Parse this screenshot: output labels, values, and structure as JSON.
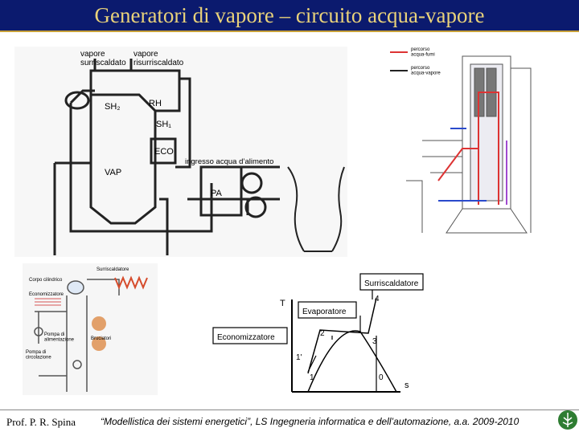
{
  "title": "Generatori di vapore – circuito acqua-vapore",
  "footer": {
    "author": "Prof. P. R. Spina",
    "course": "“Modellistica dei sistemi energetici”, LS Ingegneria informatica e dell’automazione, a.a. 2009-2010"
  },
  "schematic": {
    "vapore_surriscaldato": "vapore\nsurriscaldato",
    "vapore_risurriscaldato": "vapore\nrisurriscaldato",
    "sh2": "SH₂",
    "rh": "RH",
    "sh1": "SH₁",
    "eco": "ECO",
    "vap": "VAP",
    "pa": "PA",
    "ingresso": "ingresso acqua d’alimento"
  },
  "boiler": {
    "legend1": "percorso\nacqua-fumi",
    "legend2": "percorso\nacqua-vapore"
  },
  "circulation": {
    "surriscaldatore": "Surriscaldatore",
    "corpo": "Corpo cilindrico",
    "economizzatore": "Economizzatore",
    "pompa_alim": "Pompa di\nalimentazione",
    "bruciatori": "Bruciatori",
    "pompa_circ": "Pompa di\ncircolazione"
  },
  "ts": {
    "surriscaldatore": "Surriscaldatore",
    "evaporatore": "Evaporatore",
    "economizzatore": "Economizzatore",
    "T": "T",
    "s": "s",
    "p4": "4",
    "p2": "2",
    "p3": "3",
    "p1p": "1'",
    "p1": "1",
    "p0": "0"
  },
  "colors": {
    "title_bg": "#0b1a6e",
    "title_text": "#e9d27a",
    "rule": "#c8a13a"
  }
}
